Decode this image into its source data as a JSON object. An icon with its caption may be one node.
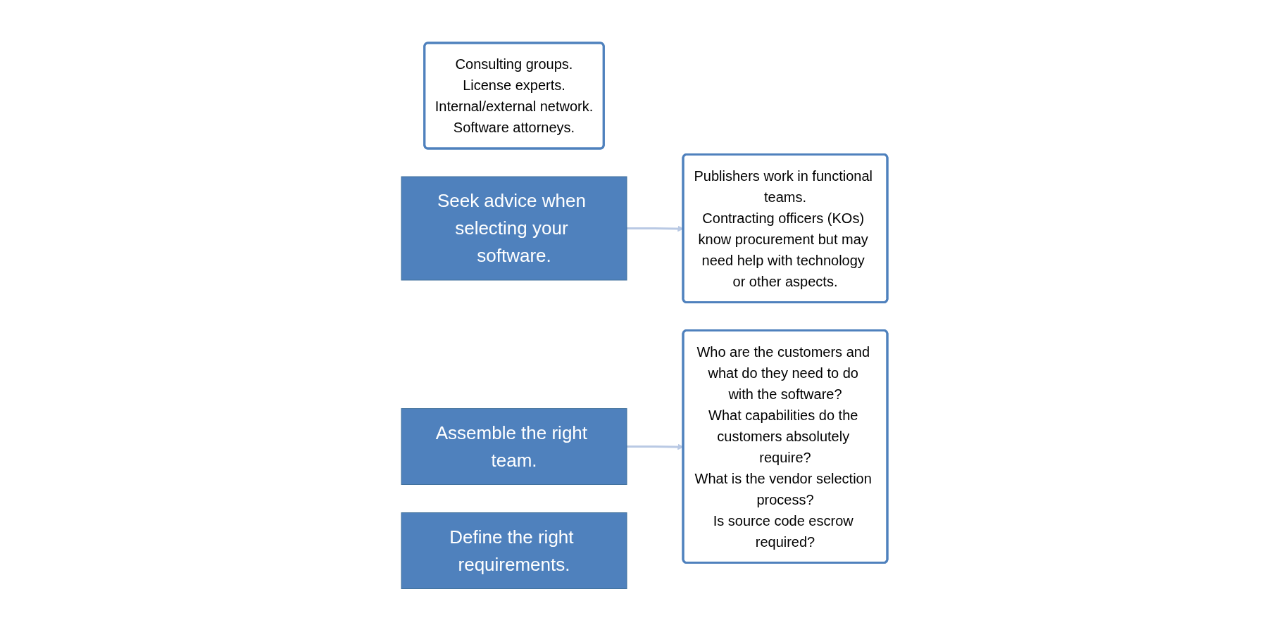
{
  "diagram": {
    "nodes": [
      {
        "text": [
          "Consulting groups.",
          "License experts.",
          "Internal/external network.",
          "Software attorneys."
        ]
      },
      {
        "text": [
          "Seek advice when selecting your software."
        ]
      },
      {
        "text": [
          "Assemble the right team."
        ]
      },
      {
        "text": [
          "Publishers work in functional teams.",
          "Contracting officers (KOs) know procurement but may need help with technology or other aspects."
        ]
      },
      {
        "text": [
          "Who are the customers and what do they need to do with the software?",
          "What capabilities do the customers absolutely require?",
          "What is the vendor selection process?",
          "Is source code escrow required?"
        ]
      },
      {
        "text": [
          "Define the right requirements."
        ]
      }
    ],
    "edges": [
      {
        "from": 1,
        "to": 3,
        "arrow": "to",
        "color": "#b9c9e4"
      },
      {
        "from": 2,
        "to": 4,
        "arrow": "to",
        "color": "#b9c9e4"
      }
    ]
  }
}
